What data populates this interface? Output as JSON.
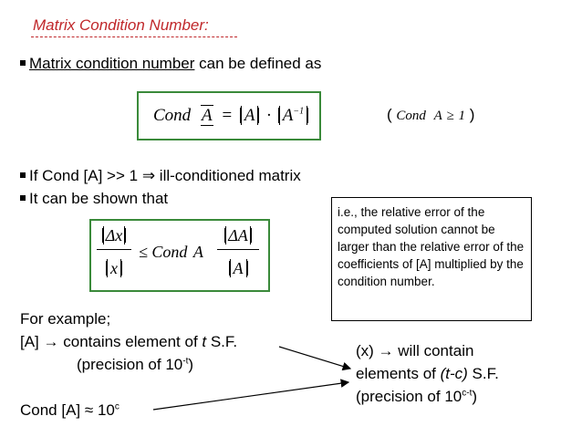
{
  "title": "Matrix Condition Number:",
  "bullet1": {
    "underlined": "Matrix condition number",
    "rest": " can be defined as"
  },
  "eq1": {
    "cond": "Cond",
    "a": "A",
    "equals": "=",
    "norm_a": "A",
    "dot": "·",
    "norm_ainv": "A",
    "inv": "−1"
  },
  "side_note": {
    "open": "(",
    "cond": "Cond",
    "a": "A",
    "ge": "≥",
    "one": "1",
    "close": ")"
  },
  "bullet2": {
    "text_a": "If Cond [A] >> 1  ",
    "arrow": "⇒",
    "text_b": " ill-conditioned matrix"
  },
  "bullet3": "It can be shown that",
  "eq2": {
    "dx": "Δx",
    "x": "x",
    "le": "≤",
    "cond": "Cond",
    "a": "A",
    "da": "ΔA",
    "a2": "A"
  },
  "note": "i.e., the relative error of the computed solution cannot be larger than the relative error of the coefficients of [A] multiplied by the condition number.",
  "example": {
    "heading": "For example;",
    "line1_a": "[A]  ",
    "arrow": "→",
    "line1_b": " contains element of ",
    "t": "t",
    "line1_c": " S.F.",
    "line2_a": "(precision of 10",
    "line2_sup": "-t",
    "line2_b": ")",
    "line3_a": "Cond [A] ",
    "approx": "≈",
    "line3_b": " 10",
    "line3_sup": "c"
  },
  "result": {
    "line1_a": "(x) ",
    "arrow": "→",
    "line1_b": " will contain",
    "line2_a": "elements of ",
    "line2_i": "(t-c)",
    "line2_b": " S.F.",
    "line3_a": "(precision of 10",
    "line3_sup": "c-t",
    "line3_b": ")"
  }
}
